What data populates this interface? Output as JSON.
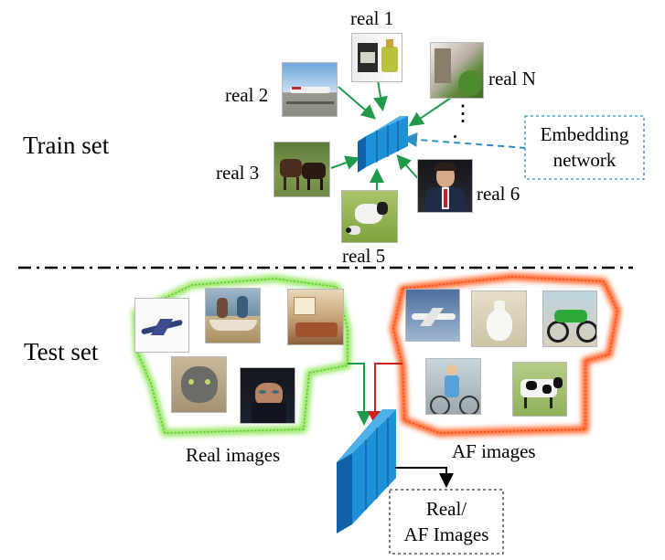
{
  "sections": {
    "train_label": "Train set",
    "test_label": "Test set"
  },
  "train": {
    "image_labels": {
      "real1": "real 1",
      "real2": "real 2",
      "real3": "real 3",
      "real5": "real 5",
      "real6": "real 6",
      "realN": "real N"
    },
    "ellipsis": "⋮",
    "embedding_box": {
      "line1": "Embedding",
      "line2": "network"
    }
  },
  "test": {
    "real_group_label": "Real images",
    "af_group_label": "AF images",
    "output_box": {
      "line1": "Real/",
      "line2": "AF Images"
    }
  },
  "colors": {
    "green_arrow": "#1e9a4a",
    "blue_dash": "#2e8fc4",
    "network_blue": "#1e90d8",
    "red_arrow": "#d0211b",
    "green_glow": "#8fe35a",
    "orange_glow": "#ff5a1f"
  }
}
